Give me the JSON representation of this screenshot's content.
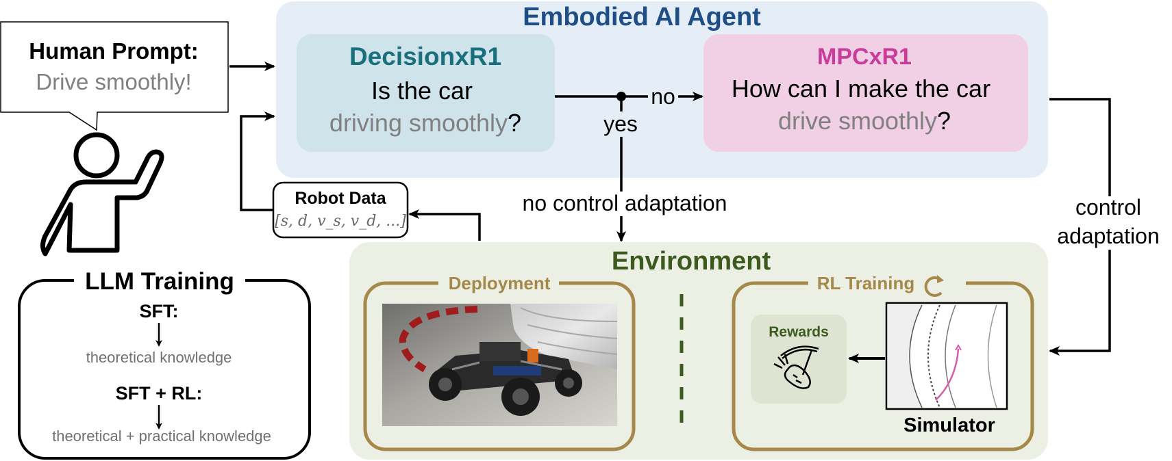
{
  "human_prompt": {
    "title": "Human Prompt:",
    "text": "Drive smoothly!"
  },
  "agent": {
    "title": "Embodied AI Agent",
    "decision": {
      "title": "DecisionxR1",
      "line1": "Is the car",
      "highlight": "driving smoothly",
      "punct": "?"
    },
    "mpc": {
      "title": "MPCxR1",
      "line1": "How can I make the car",
      "highlight": "drive smoothly",
      "punct": "?"
    },
    "no_label": "no",
    "yes_label": "yes"
  },
  "no_control_label": "no control adaptation",
  "control_label": [
    "control",
    "adaptation"
  ],
  "robot_data": {
    "title": "Robot Data",
    "vars": "[s, d, v_s, v_d, ...]"
  },
  "llm_training": {
    "title": "LLM Training",
    "sft": "SFT:",
    "sft_result": "theoretical knowledge",
    "sft_rl": "SFT + RL:",
    "sft_rl_result": "theoretical + practical knowledge"
  },
  "environment": {
    "title": "Environment",
    "deployment": "Deployment",
    "rl_training": "RL Training",
    "rewards": "Rewards",
    "simulator": "Simulator"
  },
  "colors": {
    "agent_bg": "#e5edf6",
    "agent_title": "#1f4e87",
    "decision_bg": "#cfe4ea",
    "decision_title": "#1a6f7d",
    "mpc_bg": "#f1d0e5",
    "mpc_title": "#c93d9a",
    "env_bg": "#ecf0e4",
    "env_title": "#3c5a1e",
    "gold": "#a5884a",
    "rewards_bg": "#dfe4d2",
    "grey_text": "#808080"
  }
}
